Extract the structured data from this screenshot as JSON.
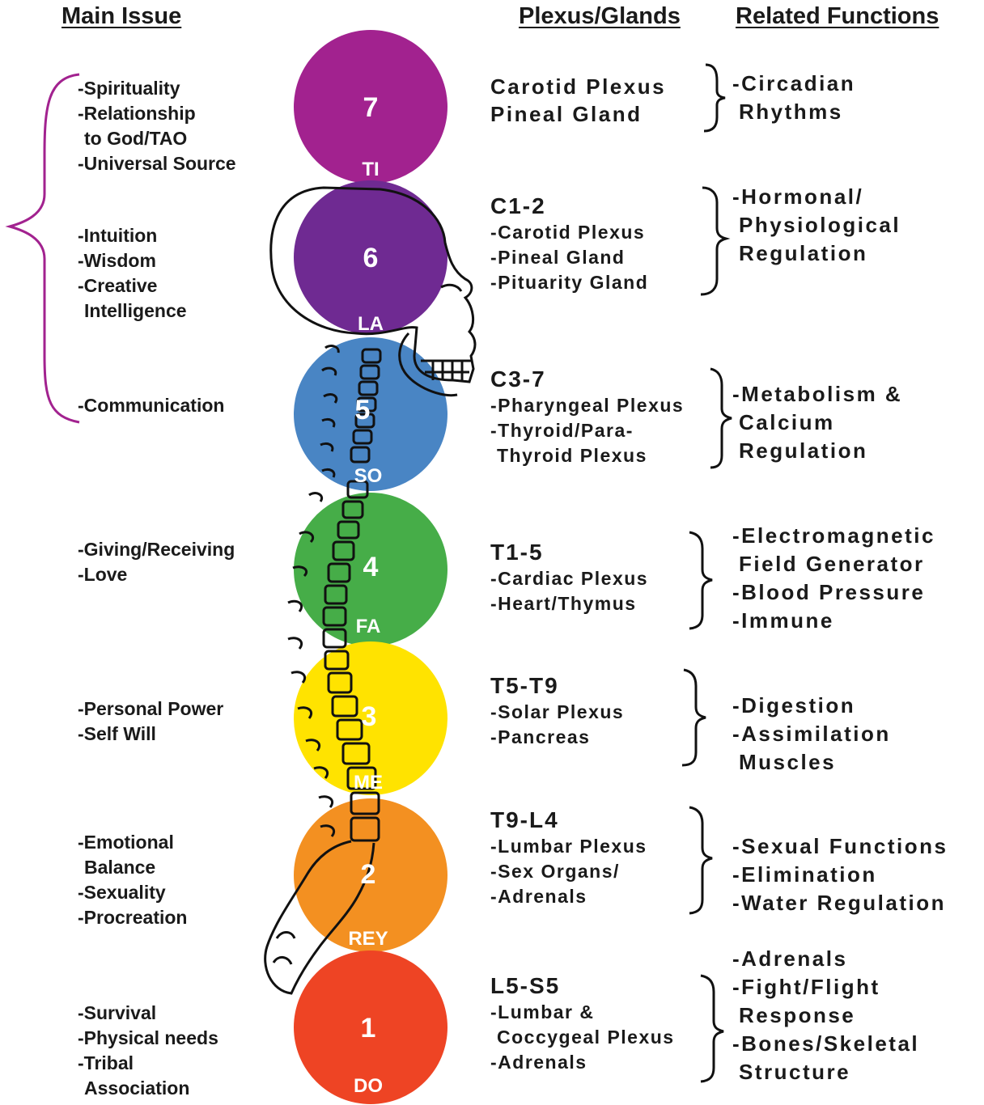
{
  "headers": {
    "main_issue": "Main Issue",
    "plexus_glands": "Plexus/Glands",
    "related_functions": "Related Functions"
  },
  "chakras": [
    {
      "number": "7",
      "note": "TI",
      "color": "#a2228f"
    },
    {
      "number": "6",
      "note": "LA",
      "color": "#6f2a92"
    },
    {
      "number": "5",
      "note": "SO",
      "color": "#4985c4"
    },
    {
      "number": "4",
      "note": "FA",
      "color": "#46ad48"
    },
    {
      "number": "3",
      "note": "ME",
      "color": "#ffe300"
    },
    {
      "number": "2",
      "note": "REY",
      "color": "#f39021"
    },
    {
      "number": "1",
      "note": "DO",
      "color": "#ee4424"
    }
  ],
  "main_issues": [
    {
      "lines": [
        "-Spirituality",
        "-Relationship",
        "to God/TAO",
        "-Universal Source"
      ]
    },
    {
      "lines": [
        "-Intuition",
        "-Wisdom",
        "-Creative",
        "Intelligence"
      ]
    },
    {
      "lines": [
        "-Communication"
      ]
    },
    {
      "lines": [
        "-Giving/Receiving",
        "-Love"
      ]
    },
    {
      "lines": [
        "-Personal Power",
        "-Self Will"
      ]
    },
    {
      "lines": [
        "-Emotional",
        "Balance",
        "-Sexuality",
        "-Procreation"
      ]
    },
    {
      "lines": [
        "-Survival",
        "-Physical needs",
        "-Tribal",
        "Association"
      ]
    }
  ],
  "plexus_glands": [
    {
      "segment": "",
      "lines": [
        "Carotid Plexus",
        "Pineal Gland"
      ]
    },
    {
      "segment": "C1-2",
      "lines": [
        "-Carotid Plexus",
        "-Pineal Gland",
        "-Pituarity Gland"
      ]
    },
    {
      "segment": "C3-7",
      "lines": [
        "-Pharyngeal Plexus",
        "-Thyroid/Para-",
        "Thyroid Plexus"
      ]
    },
    {
      "segment": "T1-5",
      "lines": [
        "-Cardiac Plexus",
        "-Heart/Thymus"
      ]
    },
    {
      "segment": "T5-T9",
      "lines": [
        "-Solar Plexus",
        "-Pancreas"
      ]
    },
    {
      "segment": "T9-L4",
      "lines": [
        "-Lumbar Plexus",
        "-Sex Organs/",
        "-Adrenals"
      ]
    },
    {
      "segment": "L5-S5",
      "lines": [
        "-Lumbar &",
        "Coccygeal Plexus",
        "-Adrenals"
      ]
    }
  ],
  "related_functions": [
    {
      "lines": [
        "-Circadian",
        "Rhythms"
      ]
    },
    {
      "lines": [
        "-Hormonal/",
        "Physiological",
        "Regulation"
      ]
    },
    {
      "lines": [
        "-Metabolism &",
        "Calcium",
        "Regulation"
      ]
    },
    {
      "lines": [
        "-Electromagnetic",
        "Field Generator",
        "-Blood Pressure",
        "-Immune"
      ]
    },
    {
      "lines": [
        "-Digestion",
        "-Assimilation",
        "Muscles"
      ]
    },
    {
      "lines": [
        "-Sexual Functions",
        "-Elimination",
        "-Water Regulation"
      ]
    },
    {
      "lines": [
        "-Adrenals",
        "-Fight/Flight",
        "Response",
        "-Bones/Skeletal",
        "Structure"
      ]
    }
  ]
}
